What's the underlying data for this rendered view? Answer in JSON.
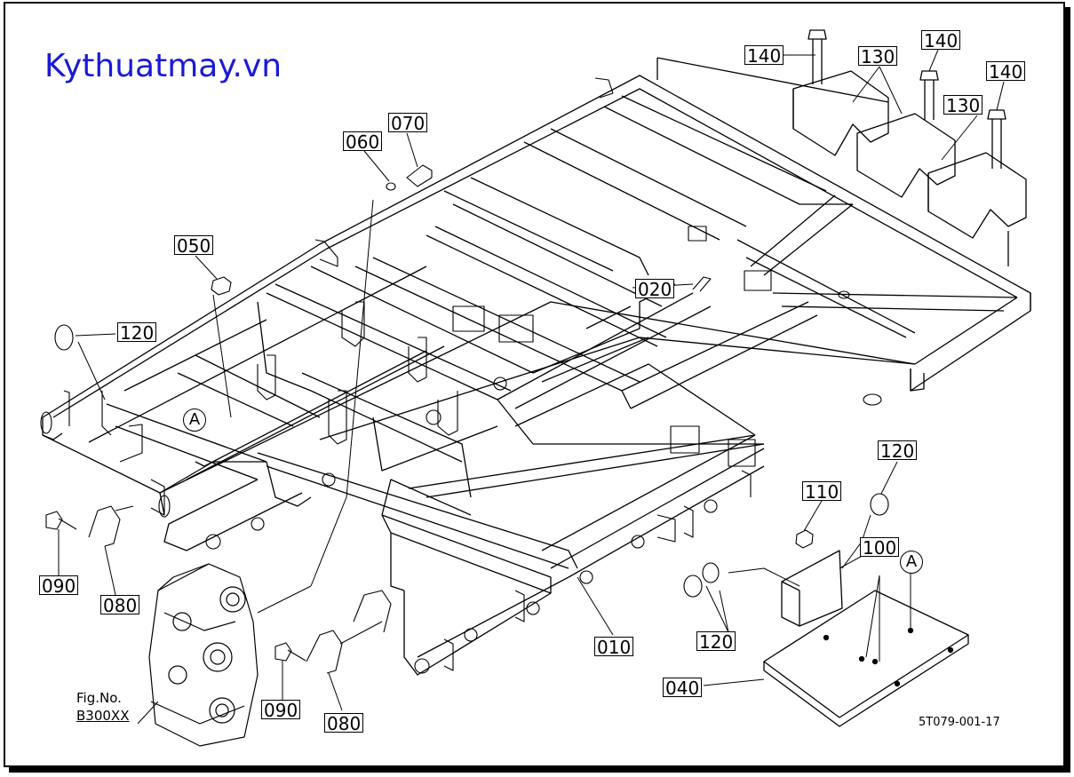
{
  "watermark": "Kythuatmay.vn",
  "drawing_number": "5T079-001-17",
  "figure_reference": {
    "line1": "Fig.No.",
    "line2": "B300XX"
  },
  "view_marker": "A",
  "callouts": {
    "p140a": "140",
    "p140b": "140",
    "p140c": "140",
    "p130a": "130",
    "p130b": "130",
    "p070": "070",
    "p060": "060",
    "p050": "050",
    "p120a": "120",
    "p120b": "120",
    "p120c": "120",
    "p020": "020",
    "p110": "110",
    "p100": "100",
    "p090a": "090",
    "p090b": "090",
    "p080a": "080",
    "p080b": "080",
    "p010": "010",
    "p040": "040"
  },
  "colors": {
    "watermark": "#1a1ad6",
    "line": "#000000"
  }
}
